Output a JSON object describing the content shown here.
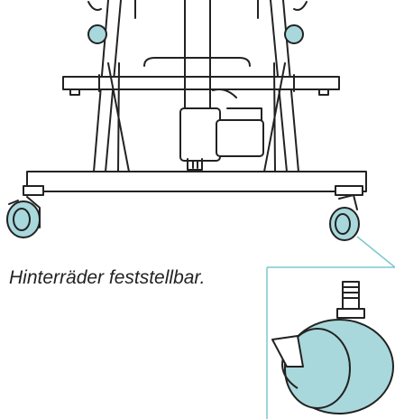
{
  "caption": "Hinterräder feststellbar.",
  "colors": {
    "line": "#222222",
    "wheel": "#a8d8dc",
    "callout": "#7cc8cf",
    "background": "#ffffff"
  },
  "illustration": {
    "subject": "bed-frame-underside-with-casters",
    "detail": "lockable-rear-caster-closeup"
  }
}
